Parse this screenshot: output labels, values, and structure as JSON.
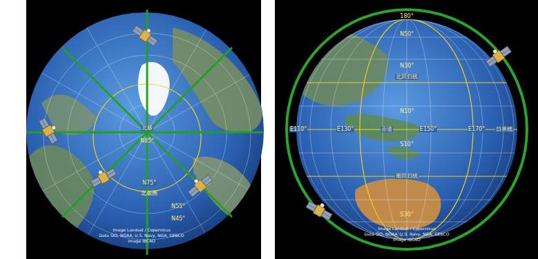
{
  "diagram": {
    "labels": [
      "北极",
      "N85°",
      "N75°",
      "北极圈",
      "N55°",
      "N45°",
      "Image Landsat / Copernicus",
      "Data SIO, NOAA, U.S. Navy, NGA, GEBCO",
      "Image IBCAO",
      "180°",
      "N50°",
      "N30°",
      "北回归线",
      "N10°",
      "E110°",
      "E130°",
      "赤道",
      "E150°",
      "E170°",
      "日界线",
      "S10°",
      "南回归线",
      "S30°",
      "Image Landsat / Copernicus",
      "Data SIO, NOAA, U.S. Navy, NGA, GEBCO",
      "Image IBCAO"
    ]
  }
}
